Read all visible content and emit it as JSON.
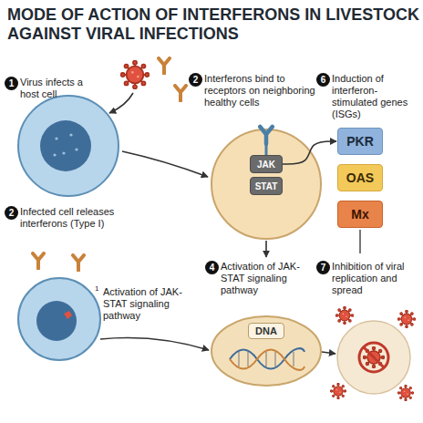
{
  "diagram": {
    "title": "MODE OF ACTION OF INTERFERONS IN LIVESTOCK AGAINST VIRAL INFECTIONS",
    "nodes": [
      {
        "text": [
          "JAK"
        ]
      },
      {
        "text": [
          "STAT"
        ]
      },
      {
        "text": [
          "PKR"
        ]
      },
      {
        "text": [
          "OAS"
        ]
      },
      {
        "text": [
          "Mx"
        ]
      },
      {
        "text": [
          "DNA"
        ]
      }
    ],
    "edges": [
      {
        "from": 0,
        "to": 2,
        "arrow": "to"
      }
    ],
    "labels": [
      "1",
      "Virus infects a host cell",
      "2",
      "Interferons bind to receptors on neighboring healthy cells",
      "6",
      "Induction of interferon-stimulated genes (ISGs)",
      "2",
      "Infected cell releases interferons (Type I)",
      "1",
      "Activation of JAK-STAT signaling pathway",
      "4",
      "Activation of JAK-STAT signaling pathway",
      "7",
      "Inhibition of viral replication and spread"
    ]
  }
}
